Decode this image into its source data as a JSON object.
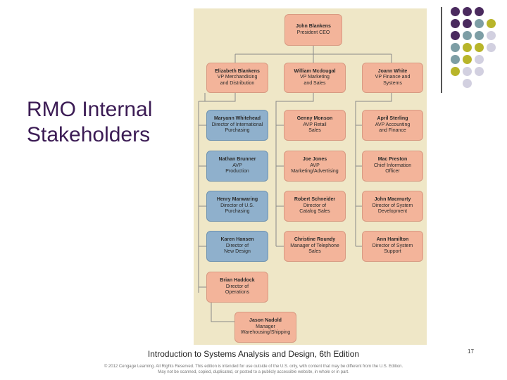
{
  "slide": {
    "title_line1": "RMO Internal",
    "title_line2": "Stakeholders",
    "footer": "Introduction to Systems Analysis and Design, 6th Edition",
    "copyright_line1": "© 2012 Cengage Learning. All Rights Reserved. This edition is intended for use outside of the U.S. only, with content that may be different from the U.S. Edition.",
    "copyright_line2": "May not be scanned, copied, duplicated, or posted to a publicly accessible website, in whole or in part.",
    "page_number": "17"
  },
  "colors": {
    "title": "#3b1b54",
    "chart_background": "#efe7c7",
    "box_peach": "#f3b49a",
    "box_blue": "#8fb0cc",
    "dot_purple": "#4a2a5e",
    "dot_teal": "#7d9ea5",
    "dot_olive": "#b8b52a",
    "dot_lavender": "#d2d0e0"
  },
  "org": {
    "ceo": {
      "name": "John Blankens",
      "role": [
        "President CEO"
      ]
    },
    "vp_merch": {
      "name": "Elizabeth Blankens",
      "role": [
        "VP Merchandising",
        "and Distribution"
      ]
    },
    "vp_marketing": {
      "name": "William Mcdougal",
      "role": [
        "VP Marketing",
        "and Sales"
      ]
    },
    "vp_finance": {
      "name": "Joann White",
      "role": [
        "VP Finance and",
        "Systems"
      ]
    },
    "whitehead": {
      "name": "Maryann Whitehead",
      "role": [
        "Director of International",
        "Purchasing"
      ]
    },
    "brunner": {
      "name": "Nathan Brunner",
      "role": [
        "AVP",
        "Production"
      ]
    },
    "manwaring": {
      "name": "Henry Manwaring",
      "role": [
        "Director of U.S.",
        "Purchasing"
      ]
    },
    "hansen": {
      "name": "Karen Hansen",
      "role": [
        "Director of",
        "New Design"
      ]
    },
    "haddock": {
      "name": "Brian Haddock",
      "role": [
        "Director of",
        "Operations"
      ]
    },
    "nadold": {
      "name": "Jason Nadold",
      "role": [
        "Manager",
        "Warehousing/Shipping"
      ]
    },
    "monson": {
      "name": "Genny Monson",
      "role": [
        "AVP Retail",
        "Sales"
      ]
    },
    "jones": {
      "name": "Joe Jones",
      "role": [
        "AVP",
        "Marketing/Advertising"
      ]
    },
    "schneider": {
      "name": "Robert Schneider",
      "role": [
        "Director of",
        "Catalog Sales"
      ]
    },
    "roundy": {
      "name": "Christine Roundy",
      "role": [
        "Manager of Telephone",
        "Sales"
      ]
    },
    "sterling": {
      "name": "April Sterling",
      "role": [
        "AVP Accounting",
        "and Finance"
      ]
    },
    "preston": {
      "name": "Mac Preston",
      "role": [
        "Chief Information",
        "Officer"
      ]
    },
    "macmurty": {
      "name": "John Macmurty",
      "role": [
        "Director of System",
        "Development"
      ]
    },
    "hamilton": {
      "name": "Ann Hamilton",
      "role": [
        "Director of System",
        "Support"
      ]
    }
  }
}
